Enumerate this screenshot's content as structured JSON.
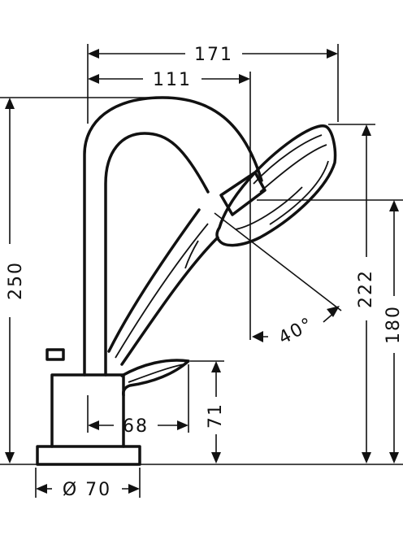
{
  "dimensions": {
    "width_171": "171",
    "width_111": "111",
    "height_250": "250",
    "height_222": "222",
    "height_180": "180",
    "height_71": "71",
    "width_68": "68",
    "diameter_70": "Ø 70",
    "angle_40": "40°"
  },
  "colors": {
    "line": "#111111",
    "background": "#ffffff"
  }
}
